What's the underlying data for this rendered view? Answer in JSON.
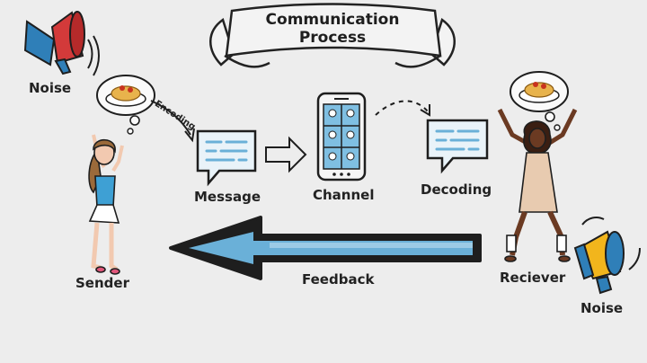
{
  "title": {
    "line1": "Communication",
    "line2": "Process"
  },
  "labels": {
    "noise_left": "Noise",
    "encoding": "Encoding",
    "message": "Message",
    "channel": "Channel",
    "decoding": "Decoding",
    "sender": "Sender",
    "feedback": "Feedback",
    "receiver": "Reciever",
    "noise_right": "Noise"
  },
  "colors": {
    "background": "#ededed",
    "accent_blue": "#6ab0d8",
    "bubble_fill": "#e9f3f9",
    "ink": "#1e1e1e",
    "megaphone_red": "#d33a3a",
    "megaphone_blue": "#2f7fb8",
    "megaphone_yellow": "#f2b51c"
  },
  "icons": [
    "megaphone-icon",
    "pasta-thought-icon",
    "speech-bubble-icon",
    "smartphone-icon",
    "right-arrow-icon",
    "feedback-arrow-icon"
  ]
}
